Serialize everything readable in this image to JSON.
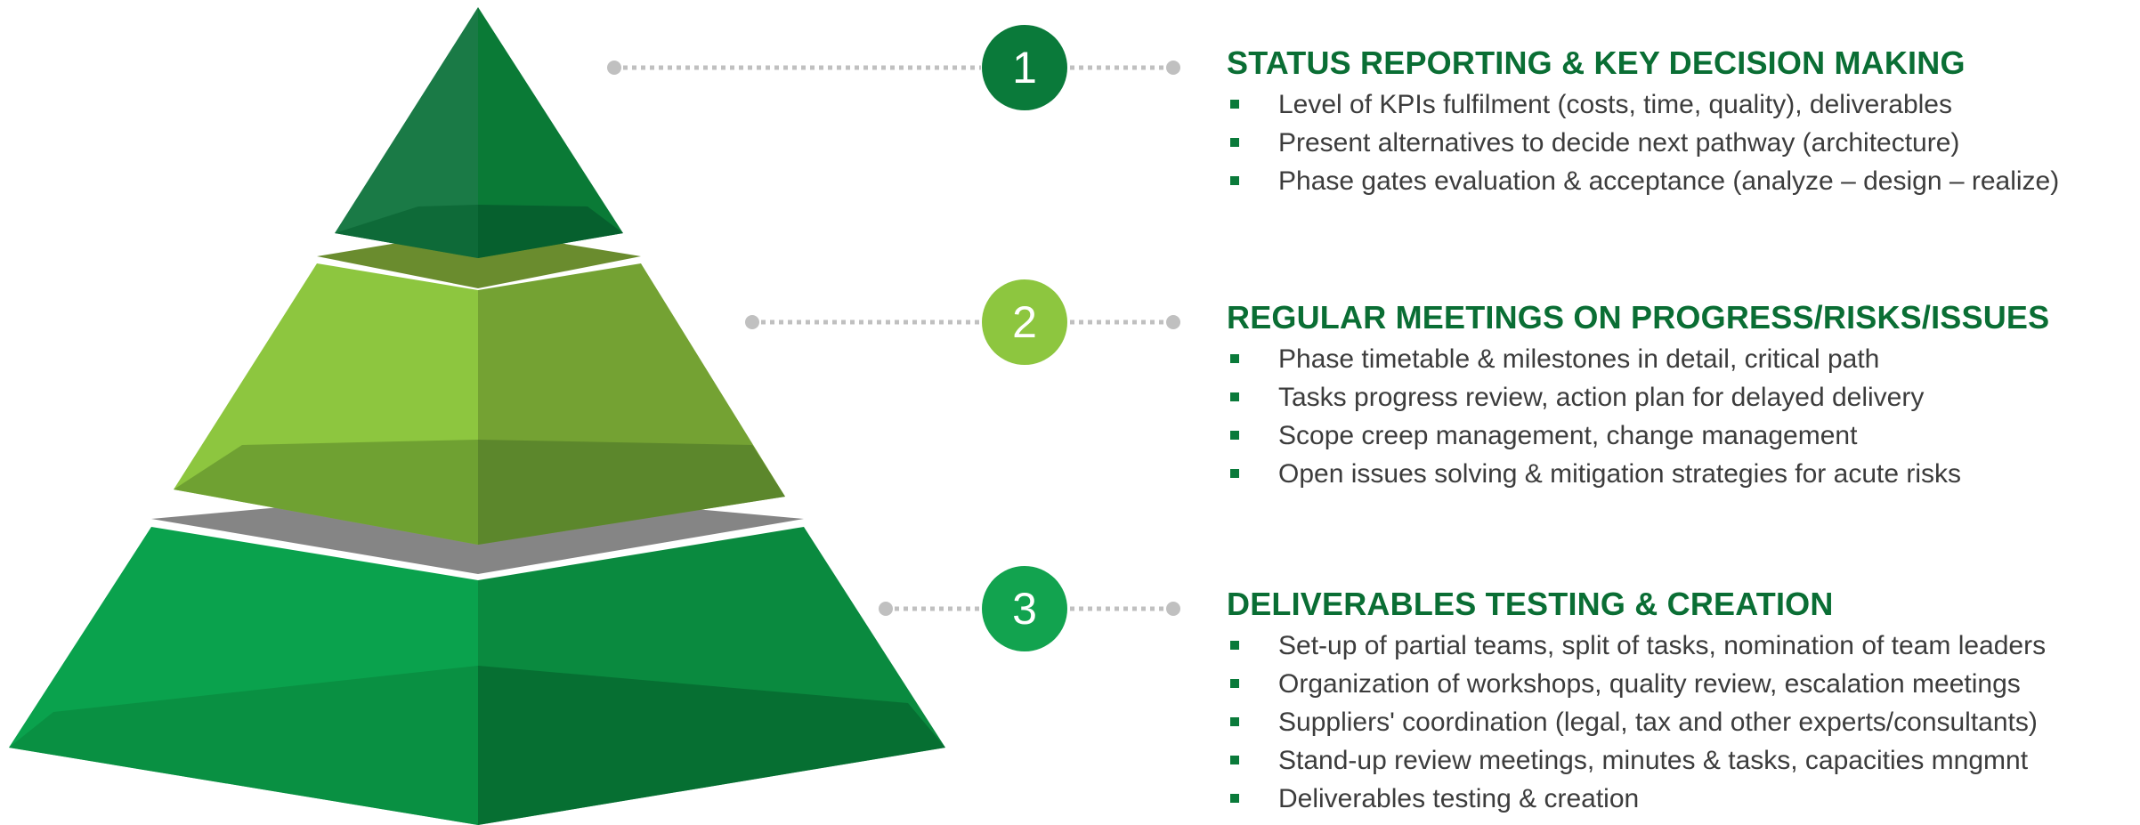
{
  "colors": {
    "level1": "#0a7a3a",
    "level2": "#8dc63f",
    "level3": "#12a34f",
    "heading": "#0a6e34",
    "bullet": "#0a7a3a",
    "text": "#3c3c3c",
    "connector": "#c0c0c0"
  },
  "levels": [
    {
      "number": "1",
      "title": "STATUS REPORTING & KEY DECISION MAKING",
      "items": [
        "Level of KPIs fulfilment (costs, time, quality), deliverables",
        "Present alternatives to decide next pathway (architecture)",
        "Phase gates evaluation & acceptance (analyze – design – realize)"
      ]
    },
    {
      "number": "2",
      "title": "REGULAR MEETINGS ON PROGRESS/RISKS/ISSUES",
      "items": [
        "Phase timetable & milestones in detail, critical path",
        "Tasks progress review, action plan for delayed delivery",
        "Scope creep management, change management",
        "Open issues solving & mitigation strategies for acute risks"
      ]
    },
    {
      "number": "3",
      "title": "DELIVERABLES TESTING & CREATION",
      "items": [
        "Set-up of partial teams, split of tasks, nomination of team leaders",
        "Organization of workshops, quality review, escalation meetings",
        "Suppliers' coordination (legal, tax and other experts/consultants)",
        "Stand-up review meetings, minutes & tasks, capacities mngmnt",
        "Deliverables testing & creation"
      ]
    }
  ]
}
